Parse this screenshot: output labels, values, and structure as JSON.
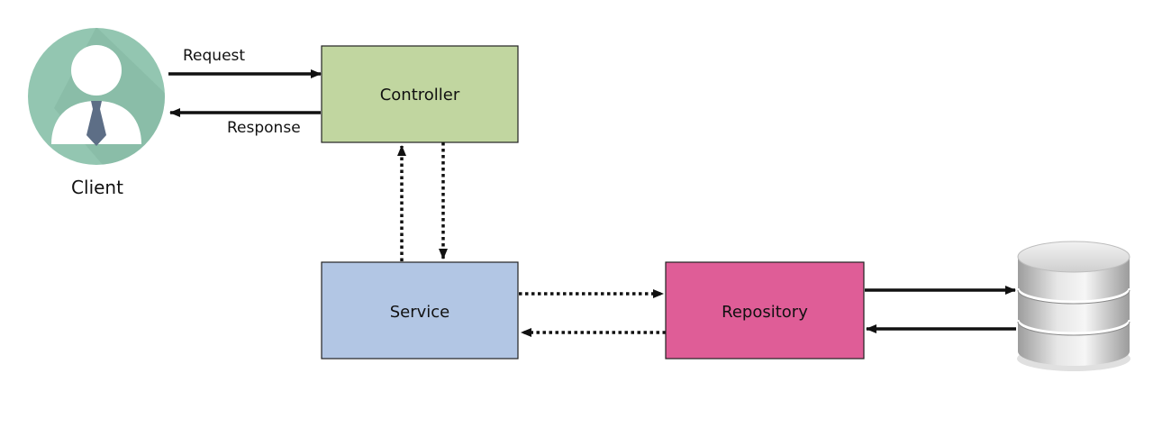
{
  "nodes": {
    "client": {
      "label": "Client",
      "icon": "user-avatar-icon"
    },
    "controller": {
      "label": "Controller",
      "color": "#c1d6a0"
    },
    "service": {
      "label": "Service",
      "color": "#b2c6e4"
    },
    "repository": {
      "label": "Repository",
      "color": "#df5d97"
    },
    "database": {
      "icon": "database-icon"
    }
  },
  "edges": {
    "request": {
      "label": "Request",
      "style": "solid"
    },
    "response": {
      "label": "Response",
      "style": "solid"
    },
    "controller_service": {
      "style": "dotted"
    },
    "service_repository": {
      "style": "dotted"
    },
    "repository_database": {
      "style": "solid"
    }
  },
  "colors": {
    "avatar_circle": "#93c6b1",
    "avatar_shadow": "#7fb39d",
    "tie": "#5d6e86",
    "stroke": "#111111"
  }
}
